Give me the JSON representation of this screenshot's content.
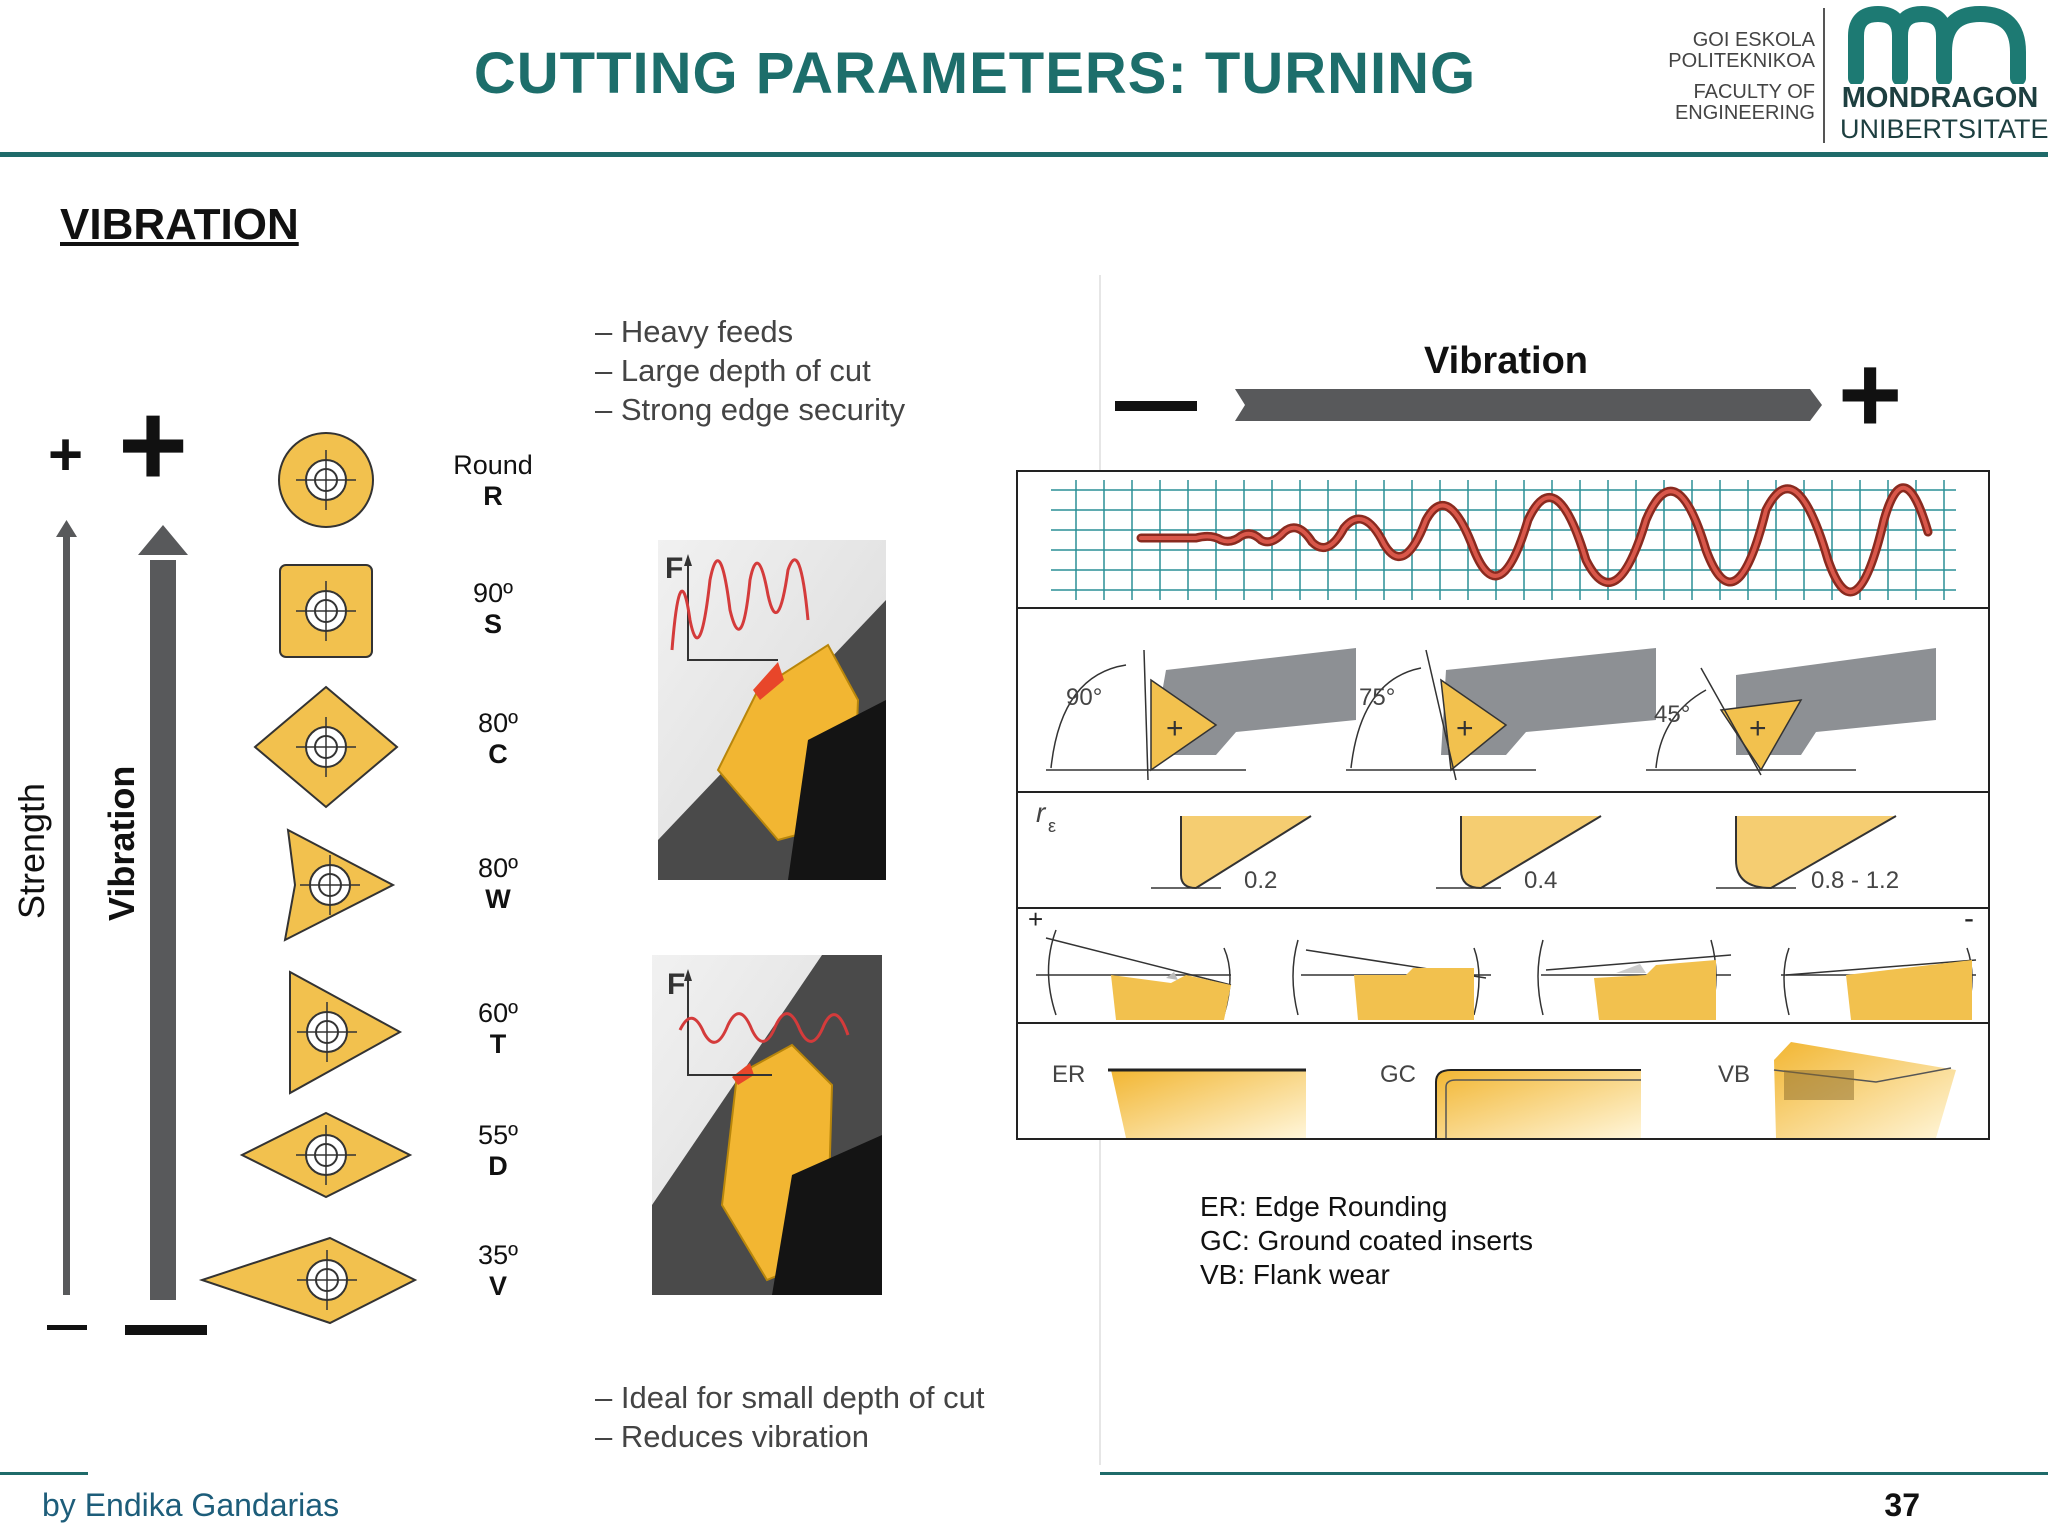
{
  "header": {
    "title": "CUTTING PARAMETERS: TURNING",
    "faculty_lines": [
      "GOI ESKOLA",
      "POLITEKNIKOA",
      "FACULTY OF",
      "ENGINEERING"
    ],
    "logo_lines": [
      "MONDRAGON",
      "UNIBERTSITATEA"
    ]
  },
  "section": {
    "heading": "VIBRATION"
  },
  "axes": {
    "strength_label": "Strength",
    "vibration_label": "Vibration",
    "plus": "+",
    "minus": "–"
  },
  "inserts": [
    {
      "name": "Round",
      "letter": "R"
    },
    {
      "name": "90º",
      "letter": "S"
    },
    {
      "name": "80º",
      "letter": "C"
    },
    {
      "name": "80º",
      "letter": "W"
    },
    {
      "name": "60º",
      "letter": "T"
    },
    {
      "name": "55º",
      "letter": "D"
    },
    {
      "name": "35º",
      "letter": "V"
    }
  ],
  "notes": {
    "top": [
      "– Heavy feeds",
      "– Large depth of cut",
      "– Strong edge security"
    ],
    "bottom": [
      "– Ideal for small depth of cut",
      "– Reduces vibration"
    ],
    "force_label": "F"
  },
  "vibration_scale": {
    "label": "Vibration",
    "minus": "–",
    "plus": "+"
  },
  "panels": {
    "angles": [
      "90°",
      "75°",
      "45°"
    ],
    "radius_symbol": "r",
    "radius_subscript": "ε",
    "radii": [
      "0.2",
      "0.4",
      "0.8 - 1.2"
    ],
    "rake_plus": "+",
    "rake_minus": "-",
    "edge_codes": [
      "ER",
      "GC",
      "VB"
    ]
  },
  "legend": [
    "ER: Edge Rounding",
    "GC: Ground coated inserts",
    "VB: Flank wear"
  ],
  "footer": {
    "author": "by Endika Gandarias",
    "page": "37"
  },
  "colors": {
    "teal": "#1d6e6b",
    "insert": "#f2c14e",
    "arrow": "#58595b",
    "wave": "#c0392b"
  }
}
